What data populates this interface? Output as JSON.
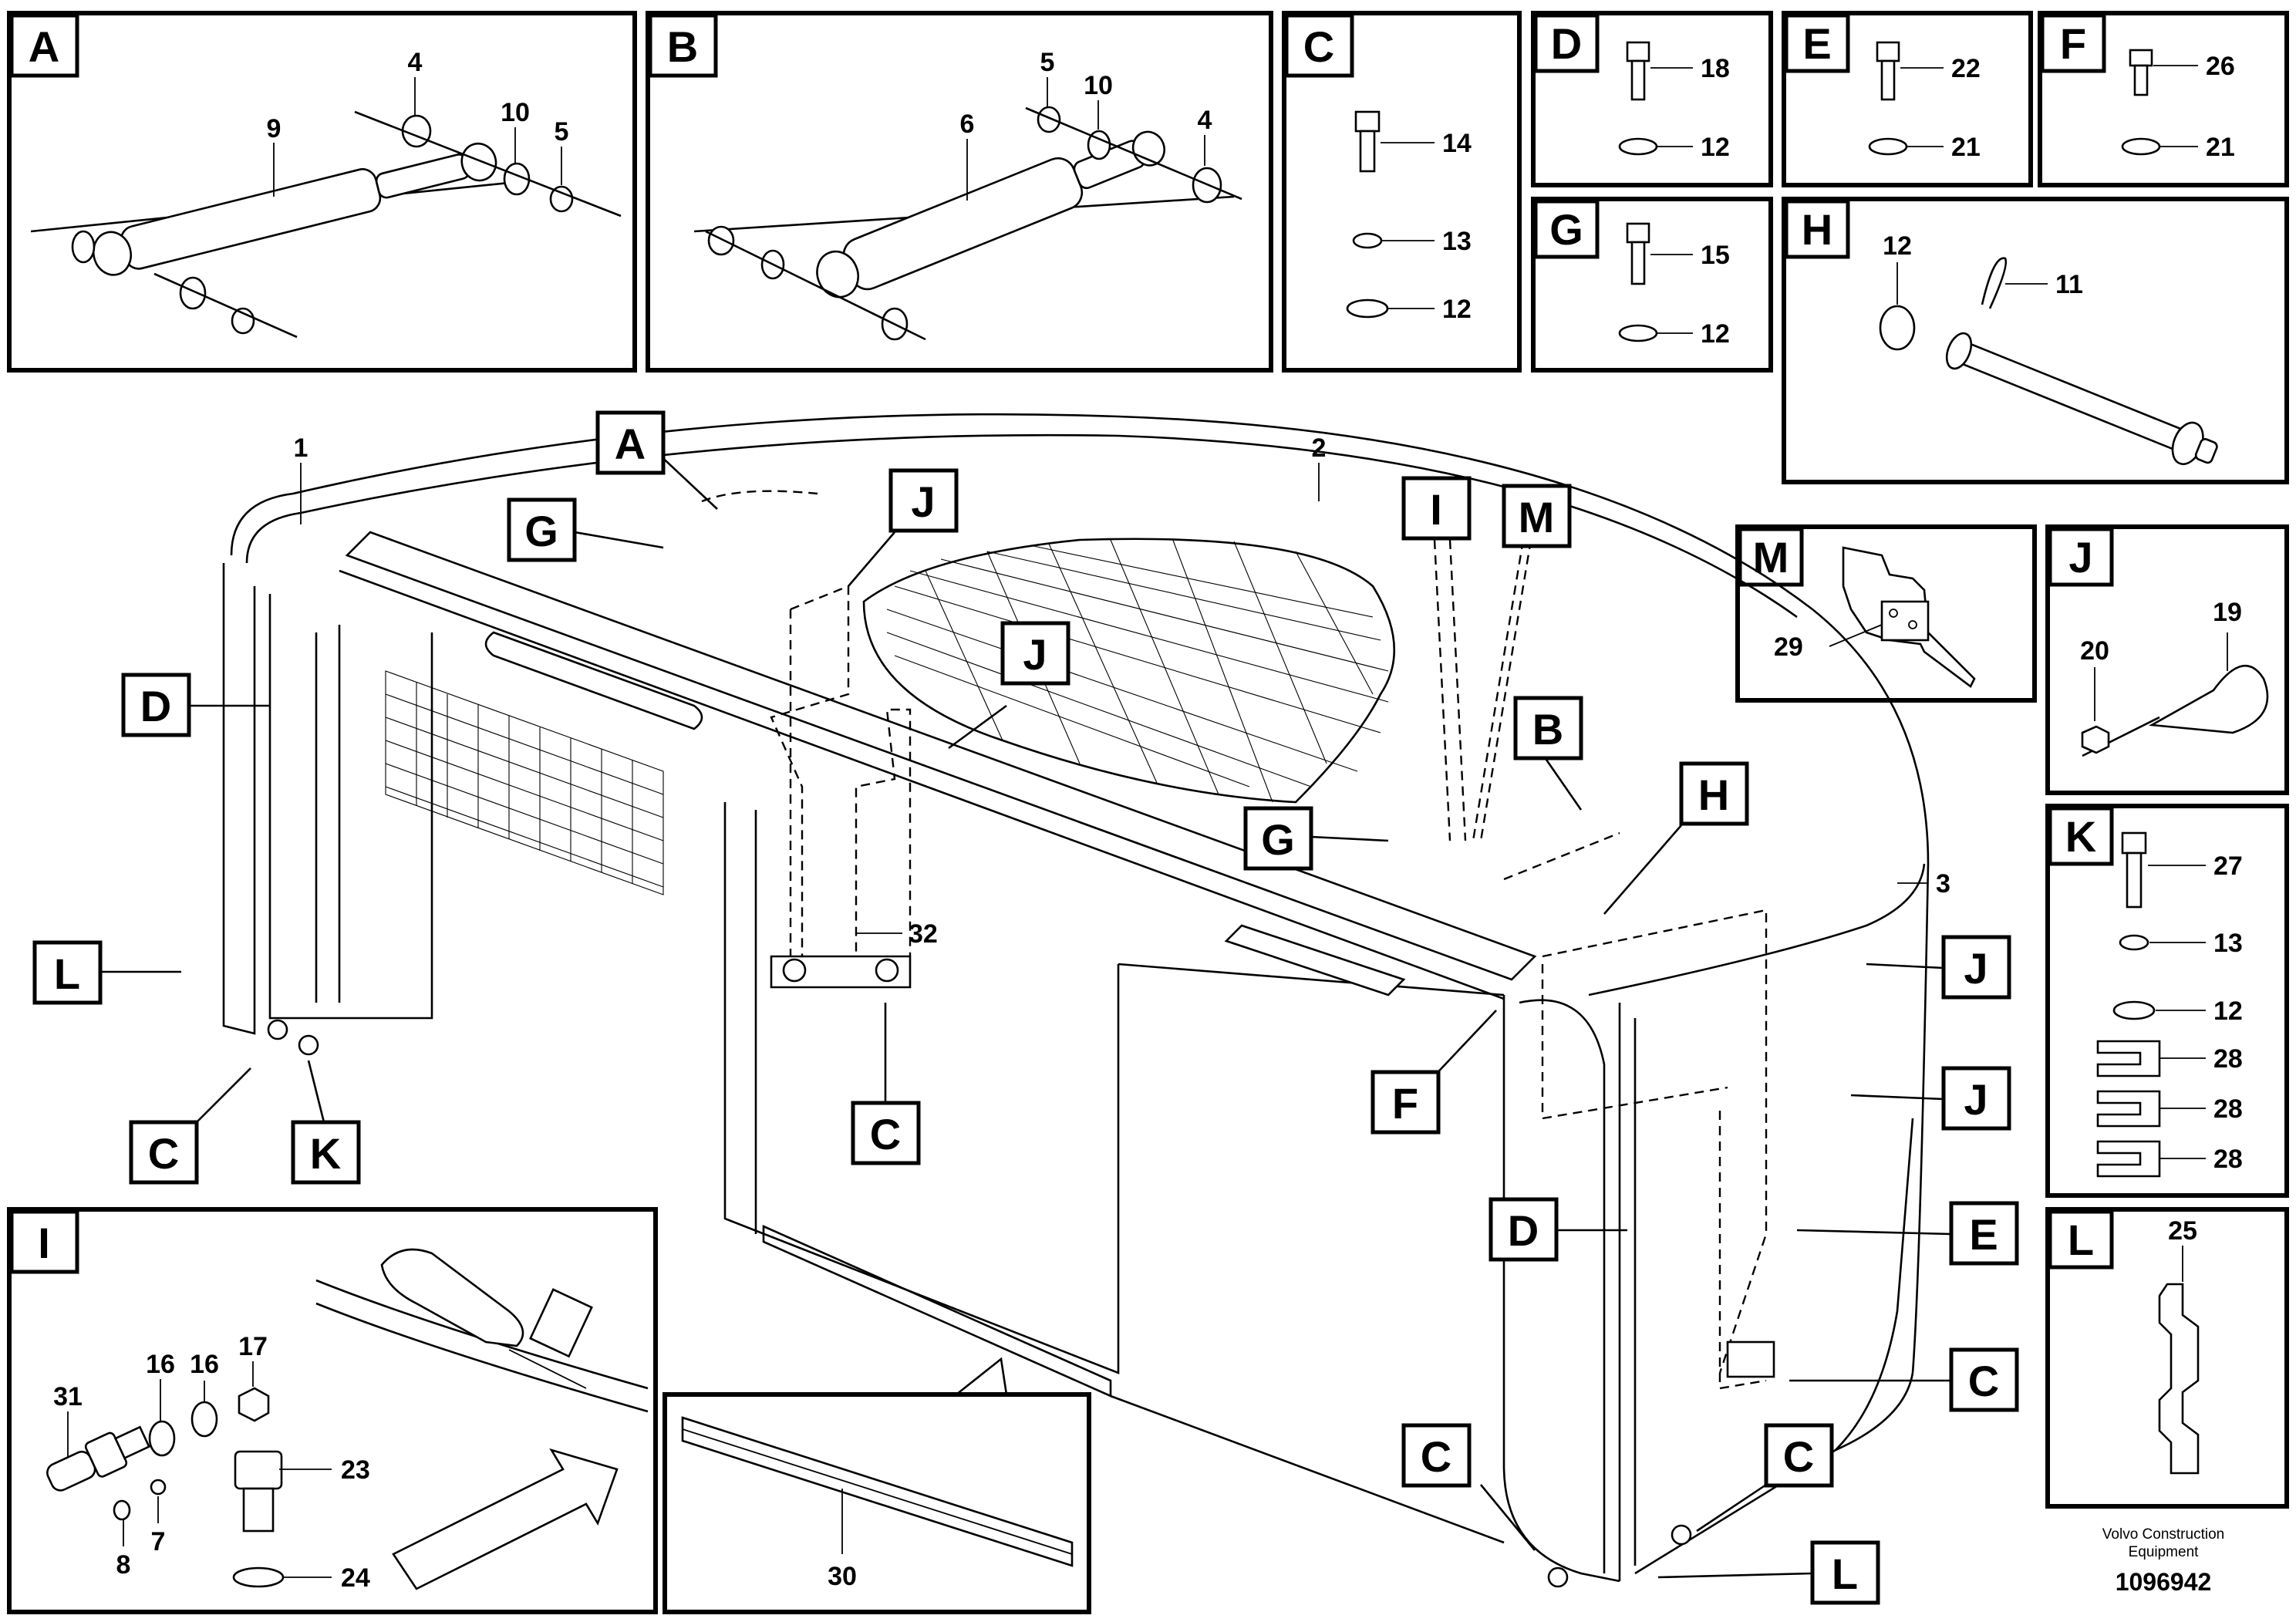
{
  "panels": {
    "A": {
      "label": "A",
      "callouts": [
        "4",
        "9",
        "10",
        "5"
      ]
    },
    "B": {
      "label": "B",
      "callouts": [
        "5",
        "10",
        "6",
        "4"
      ]
    },
    "C": {
      "label": "C",
      "callouts": [
        "14",
        "13",
        "12"
      ]
    },
    "D": {
      "label": "D",
      "callouts": [
        "18",
        "12"
      ]
    },
    "E": {
      "label": "E",
      "callouts": [
        "22",
        "21"
      ]
    },
    "F": {
      "label": "F",
      "callouts": [
        "26",
        "21"
      ]
    },
    "G": {
      "label": "G",
      "callouts": [
        "15",
        "12"
      ]
    },
    "H": {
      "label": "H",
      "callouts": [
        "12",
        "11"
      ]
    },
    "M": {
      "label": "M",
      "callouts": [
        "29"
      ]
    },
    "J": {
      "label": "J",
      "callouts": [
        "19",
        "20"
      ]
    },
    "K": {
      "label": "K",
      "callouts": [
        "27",
        "13",
        "12",
        "28",
        "28",
        "28"
      ]
    },
    "L": {
      "label": "L",
      "callouts": [
        "25"
      ]
    },
    "I": {
      "label": "I",
      "callouts": [
        "31",
        "16",
        "16",
        "17",
        "23",
        "8",
        "7",
        "24"
      ]
    },
    "seal": {
      "callouts": [
        "30"
      ]
    }
  },
  "main_view": {
    "part_callouts": [
      "1",
      "2",
      "3",
      "32"
    ],
    "location_tags": [
      "A",
      "G",
      "J",
      "J",
      "I",
      "M",
      "B",
      "G",
      "H",
      "D",
      "L",
      "C",
      "K",
      "C",
      "F",
      "D",
      "E",
      "C",
      "C",
      "C",
      "L",
      "J",
      "J"
    ]
  },
  "footer": {
    "company_line1": "Volvo Construction",
    "company_line2": "Equipment",
    "doc_number": "1096942"
  }
}
